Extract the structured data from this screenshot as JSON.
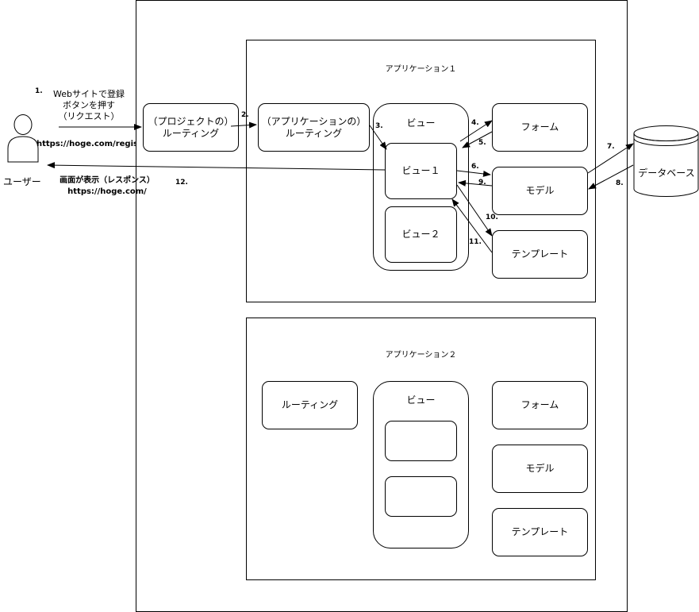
{
  "user": {
    "label": "ユーザー",
    "request_text_line1": "Webサイトで登録",
    "request_text_line2": "ボタンを押す",
    "request_text_line3": "（リクエスト）",
    "request_url": "https://hoge.com/regist",
    "response_text": "画面が表示（レスポンス）",
    "response_url": "https://hoge.com/"
  },
  "project_routing": {
    "line1": "（プロジェクトの）",
    "line2": "ルーティング"
  },
  "app1": {
    "title": "アプリケーション１",
    "routing": {
      "line1": "（アプリケーションの）",
      "line2": "ルーティング"
    },
    "view_group": "ビュー",
    "view1": "ビュー１",
    "view2": "ビュー２",
    "form": "フォーム",
    "model": "モデル",
    "template": "テンプレート"
  },
  "database": {
    "label": "データベース"
  },
  "app2": {
    "title": "アプリケーション２",
    "routing": "ルーティング",
    "view_group": "ビュー",
    "form": "フォーム",
    "model": "モデル",
    "template": "テンプレート"
  },
  "steps": {
    "s1": "1.",
    "s2": "2.",
    "s3": "3.",
    "s4": "4.",
    "s5": "5.",
    "s6": "6.",
    "s7": "7.",
    "s8": "8.",
    "s9": "9.",
    "s10": "10.",
    "s11": "11.",
    "s12": "12."
  }
}
